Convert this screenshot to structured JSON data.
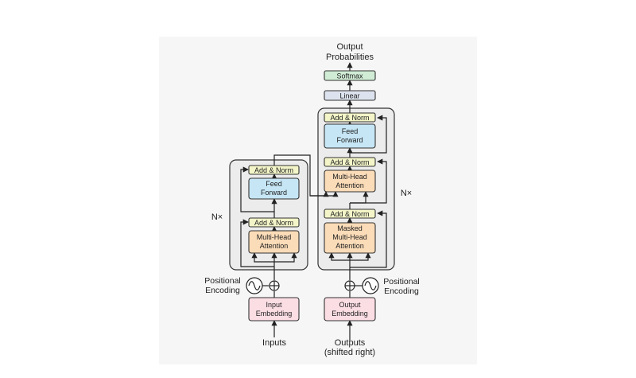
{
  "title": {
    "line1": "Output",
    "line2": "Probabilities"
  },
  "decoder": {
    "softmax": "Softmax",
    "linear": "Linear",
    "add_norm": "Add & Norm",
    "feed_forward": {
      "line1": "Feed",
      "line2": "Forward"
    },
    "mha": {
      "line1": "Multi-Head",
      "line2": "Attention"
    },
    "masked_mha": {
      "line1": "Masked",
      "line2": "Multi-Head",
      "line3": "Attention"
    },
    "embedding": {
      "line1": "Output",
      "line2": "Embedding"
    },
    "positional": {
      "line1": "Positional",
      "line2": "Encoding"
    },
    "repeat": "N×",
    "input": {
      "line1": "Outputs",
      "line2": "(shifted right)"
    }
  },
  "encoder": {
    "add_norm": "Add & Norm",
    "feed_forward": {
      "line1": "Feed",
      "line2": "Forward"
    },
    "mha": {
      "line1": "Multi-Head",
      "line2": "Attention"
    },
    "embedding": {
      "line1": "Input",
      "line2": "Embedding"
    },
    "positional": {
      "line1": "Positional",
      "line2": "Encoding"
    },
    "repeat": "N×",
    "input": "Inputs"
  },
  "colors": {
    "add_norm": "#f3f5c8",
    "feed_forward": "#c6e6f5",
    "attention": "#fbdcb8",
    "embedding": "#fbdde4",
    "linear": "#dde3ee",
    "softmax": "#d0ecd5",
    "block": "#ececec"
  }
}
